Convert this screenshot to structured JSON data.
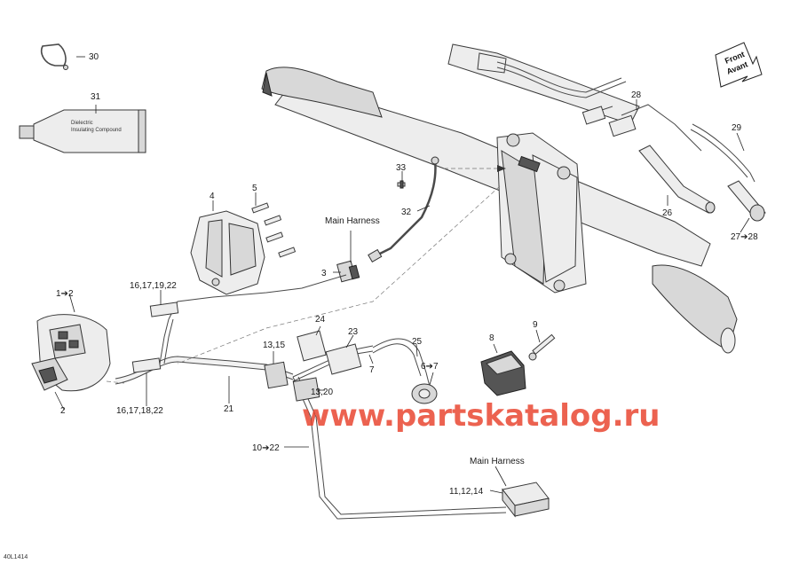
{
  "diagram": {
    "parts": {
      "p30": "30",
      "p31": "31",
      "p28": "28",
      "p29": "29",
      "p26": "26",
      "p27": "27➔28",
      "p33": "33",
      "p32": "32",
      "p4": "4",
      "p5": "5",
      "p3": "3",
      "p16a": "16,17,19,22",
      "p1": "1➔2",
      "p2": "2",
      "p16b": "16,17,18,22",
      "p21": "21",
      "p24": "24",
      "p23": "23",
      "p7": "7",
      "p25": "25",
      "p6": "6➔7",
      "p8": "8",
      "p9": "9",
      "p13a": "13,15",
      "p13b": "13,20",
      "p10": "10➔22",
      "p11": "11,12,14"
    },
    "main_harness_top": "Main Harness",
    "main_harness_bottom": "Main Harness",
    "front_line1": "Front",
    "front_line2": "Avant",
    "drawing_code": "40L1414",
    "tube_text_1": "Dielectric",
    "tube_text_2": "Insulating Compound"
  },
  "watermark": "www.partskatalog.ru"
}
